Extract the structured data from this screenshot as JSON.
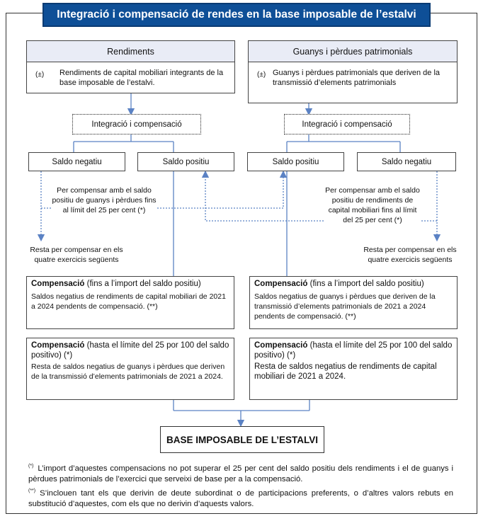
{
  "title": "Integració i compensació de rendes en la base imposable de l’estalvi",
  "left": {
    "header": "Rendiments",
    "pm": "(±)",
    "text": "Rendiments de capital mobiliari integrants de la base imposable de l’estalvi.",
    "integration": "Integració i compensació",
    "saldo_a": "Saldo negatiu",
    "saldo_b": "Saldo positiu",
    "note_compensar": "Per compensar amb el saldo positiu de guanys i pèrdues fins al límit del 25 per cent (*)",
    "note_resta": "Resta per compensar en els quatre exercicis següents",
    "comp1_title": "Compensació",
    "comp1_title_rest": " (fins a l’import del saldo positiu)",
    "comp1_body": "Saldos negatius de rendiments de capital mobiliari de 2021 a 2024 pendents de compensació. (**)",
    "comp2_title": "Compensació",
    "comp2_title_rest": " (hasta el límite del 25 por 100 del saldo positivo) (*)",
    "comp2_body": "Resta de saldos negatius de guanys i pèrdues que deriven de la transmissió d’elements patrimonials de 2021 a 2024."
  },
  "right": {
    "header": "Guanys i pèrdues patrimonials",
    "pm": "(±)",
    "text": "Guanys i pèrdues patrimonials que deriven de la transmissió d’elements patrimonials",
    "integration": "Integració i compensació",
    "saldo_a": "Saldo positiu",
    "saldo_b": "Saldo negatiu",
    "note_compensar": "Per compensar amb el saldo positiu de rendiments de capital mobiliari fins al límit del 25 per cent (*)",
    "note_resta": "Resta per compensar en els quatre exercicis següents",
    "comp1_title": "Compensació",
    "comp1_title_rest": " (fins a l’import del saldo positiu)",
    "comp1_body": "Saldos negatius de guanys i pèrdues que deriven de la transmissió d’elements patrimonials de 2021 a 2024 pendents de compensació. (**)",
    "comp2_title": "Compensació",
    "comp2_title_rest": " (hasta el límite del 25 por 100 del saldo positivo) (*)",
    "comp2_body": "Resta de saldos negatius de rendiments de capital mobiliari de 2021 a 2024."
  },
  "base": "BASE IMPOSABLE DE L’ESTALVI",
  "footnotes": {
    "f1_mark": "(*)",
    "f1": "L’import d’aquestes compensacions no pot superar el 25 per cent del saldo positiu dels rendiments i el de guanys i pèrdues patrimonials de l’exercici que serveixi de base per a la compensació.",
    "f2_mark": "(**)",
    "f2": "S’inclouen tant els que derivin de deute subordinat o de participacions preferents, o d’altres valors rebuts en substitució d’aquestes, com els que no derivin d’aquests valors."
  },
  "colors": {
    "title_bg": "#0e4f97",
    "header_bg": "#e9ecf6",
    "arrow": "#5b82c4"
  }
}
